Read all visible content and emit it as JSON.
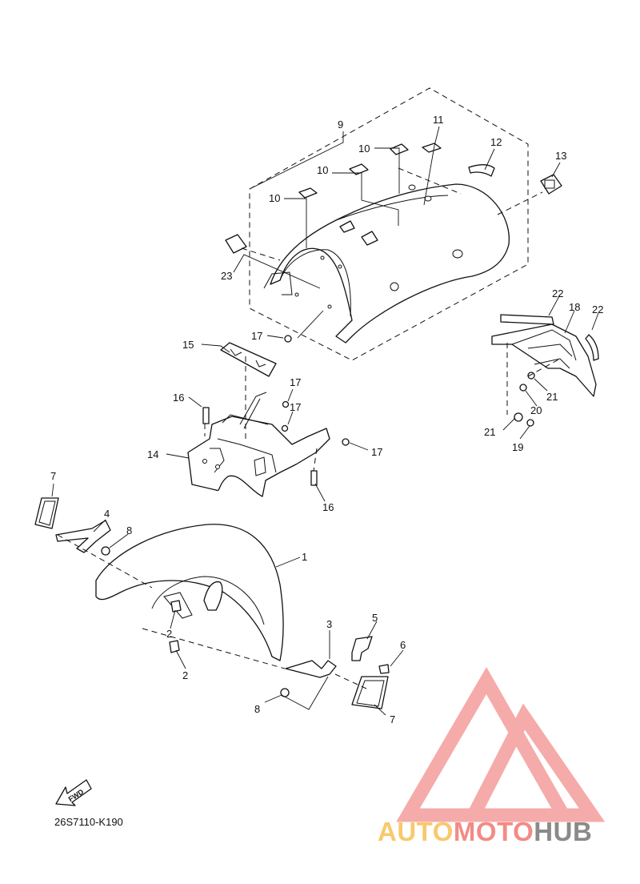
{
  "diagram": {
    "diagram_code": "26S7110-K190",
    "fwd_label": "FWD",
    "watermark": {
      "part1": "AUTO",
      "part2": "MOTO",
      "part3": "HUB"
    },
    "callouts": {
      "c1": "1",
      "c2a": "2",
      "c2b": "2",
      "c3": "3",
      "c4": "4",
      "c5": "5",
      "c6": "6",
      "c7a": "7",
      "c7b": "7",
      "c8a": "8",
      "c8b": "8",
      "c9": "9",
      "c10a": "10",
      "c10b": "10",
      "c10c": "10",
      "c11": "11",
      "c12": "12",
      "c13": "13",
      "c14": "14",
      "c15": "15",
      "c16a": "16",
      "c16b": "16",
      "c17a": "17",
      "c17b": "17",
      "c17c": "17",
      "c17d": "17",
      "c18": "18",
      "c19": "19",
      "c20": "20",
      "c21a": "21",
      "c21b": "21",
      "c22a": "22",
      "c22b": "22",
      "c23": "23"
    }
  }
}
